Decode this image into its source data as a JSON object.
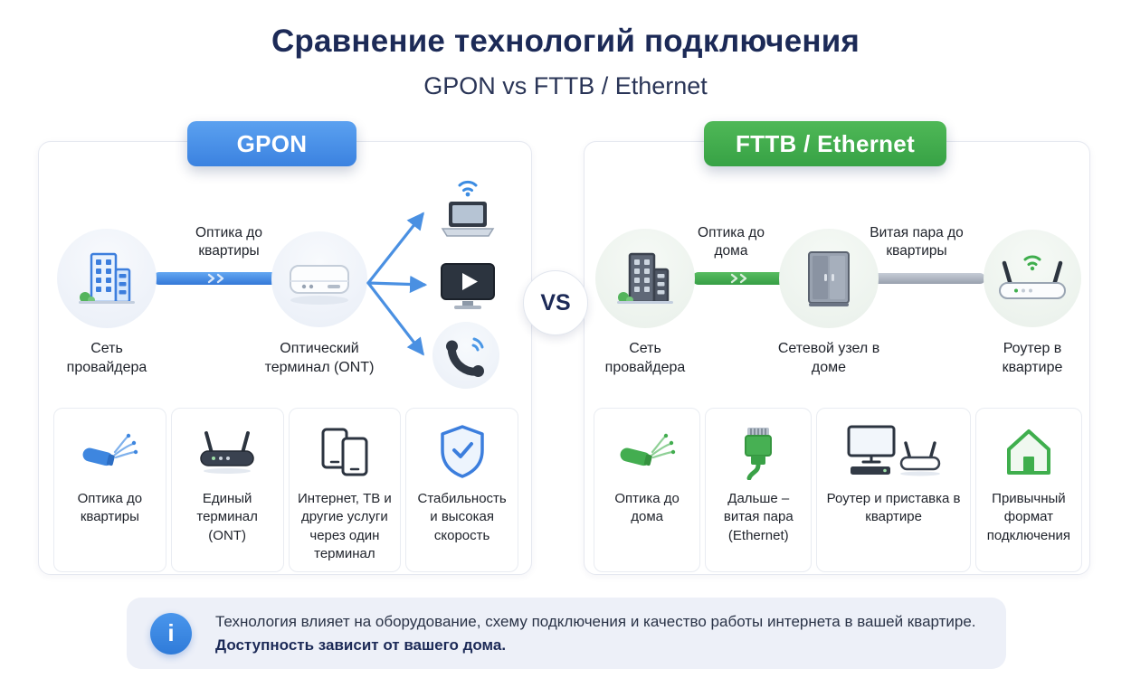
{
  "header": {
    "title": "Сравнение технологий подключения",
    "subtitle": "GPON vs FTTB / Ethernet"
  },
  "vs_label": "VS",
  "gpon": {
    "badge": "GPON",
    "accent_color": "#3f87e2",
    "diagram": {
      "provider": "Сеть провайдера",
      "cable": "Оптика до квартиры",
      "terminal": "Оптический терминал (ONT)"
    },
    "features": [
      "Оптика до квартиры",
      "Единый терминал (ONT)",
      "Интернет, ТВ и другие услуги через один терминал",
      "Стабильность и высокая скорость"
    ]
  },
  "fttb": {
    "badge": "FTTB / Ethernet",
    "accent_color": "#3fae4d",
    "diagram": {
      "provider": "Сеть провайдера",
      "cable1": "Оптика до дома",
      "node": "Сетевой узел в доме",
      "cable2": "Витая пара до квартиры",
      "router": "Роутер в квартире"
    },
    "features": [
      "Оптика до дома",
      "Дальше – витая пара (Ethernet)",
      "Роутер и приставка в квартире",
      "Привычный формат подключения"
    ]
  },
  "footer": {
    "info_glyph": "i",
    "line1": "Технология влияет на оборудование, схему подключения и качество работы интернета в вашей квартире.",
    "line2": "Доступность зависит от вашего дома."
  },
  "colors": {
    "title_navy": "#1c2a57",
    "gpon_blue": "#3f87e2",
    "fttb_green": "#3fae4d",
    "twisted_pair_gray": "#a3abb8"
  }
}
